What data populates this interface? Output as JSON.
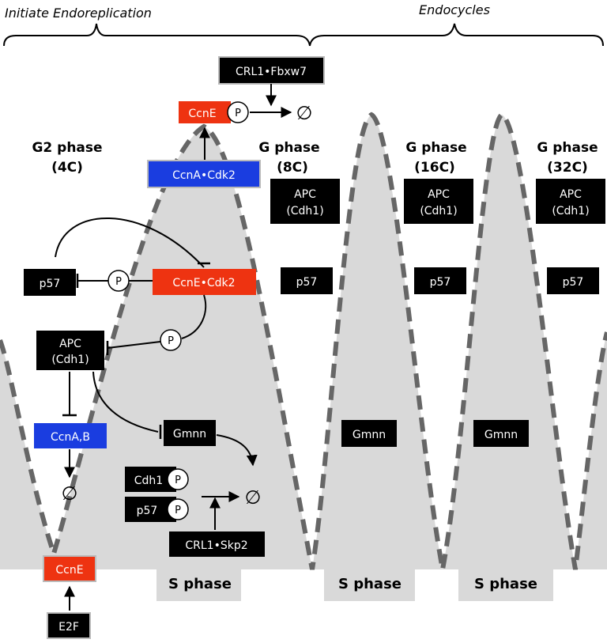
{
  "headers": {
    "initiate": "Initiate Endoreplication",
    "endocycles": "Endocycles"
  },
  "phases": {
    "g2": [
      "G2 phase",
      "(4C)"
    ],
    "g8": [
      "G phase",
      "(8C)"
    ],
    "g16": [
      "G phase",
      "(16C)"
    ],
    "g32": [
      "G phase",
      "(32C)"
    ],
    "s1": "S phase",
    "s2": "S phase",
    "s3": "S phase"
  },
  "nodes": {
    "crl1_fbxw7": "CRL1•Fbxw7",
    "ccne_top": "CcnE",
    "ccna_cdk2": "CcnA•Cdk2",
    "p57_left": "p57",
    "ccne_cdk2": "CcnE•Cdk2",
    "apc_left": [
      "APC",
      "(Cdh1)"
    ],
    "ccnab": "CcnA,B",
    "gmnn_left": "Gmnn",
    "cdh1": "Cdh1",
    "p57_lower": "p57",
    "crl1_skp2": "CRL1•Skp2",
    "ccne_bottom": "CcnE",
    "e2f": "E2F",
    "apc_8c": [
      "APC",
      "(Cdh1)"
    ],
    "apc_16c": [
      "APC",
      "(Cdh1)"
    ],
    "apc_32c": [
      "APC",
      "(Cdh1)"
    ],
    "p57_8c": "p57",
    "p57_16c": "p57",
    "p57_32c": "p57",
    "gmnn_16c": "Gmnn",
    "gmnn_32c": "Gmnn"
  },
  "phospho_label": "P",
  "degradation_symbol": "∅",
  "colors": {
    "black_box": "#000000",
    "red_box": "#ee3311",
    "blue_box": "#1a3de0",
    "fill_gray": "#d9d9d9",
    "dash_gray": "#666666"
  }
}
